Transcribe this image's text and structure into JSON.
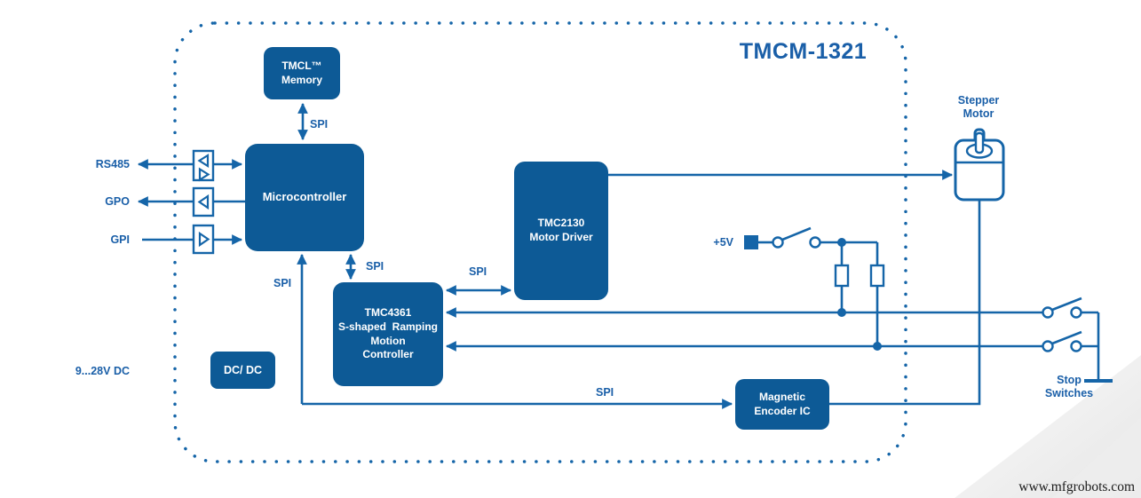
{
  "title": "TMCM-1321",
  "colors": {
    "block": "#0d5a96",
    "line": "#1565a8",
    "label": "#1a5fa8"
  },
  "blocks": {
    "tmcl_memory": "TMCL™\nMemory",
    "microcontroller": "Microcontroller",
    "tmc2130": "TMC2130\nMotor Driver",
    "tmc4361": "TMC4361\nS-shaped  Ramping\nMotion\nController",
    "dcdc": "DC/ DC",
    "magnetic_encoder": "Magnetic\nEncoder IC"
  },
  "labels": {
    "spi": "SPI",
    "rs485": "RS485",
    "gpo": "GPO",
    "gpi": "GPI",
    "supply": "9...28V DC",
    "plus_5v": "+5V",
    "stepper_motor": "Stepper\nMotor",
    "stop_switches": "Stop\nSwitches"
  },
  "watermark": "www.mfgrobots.com"
}
